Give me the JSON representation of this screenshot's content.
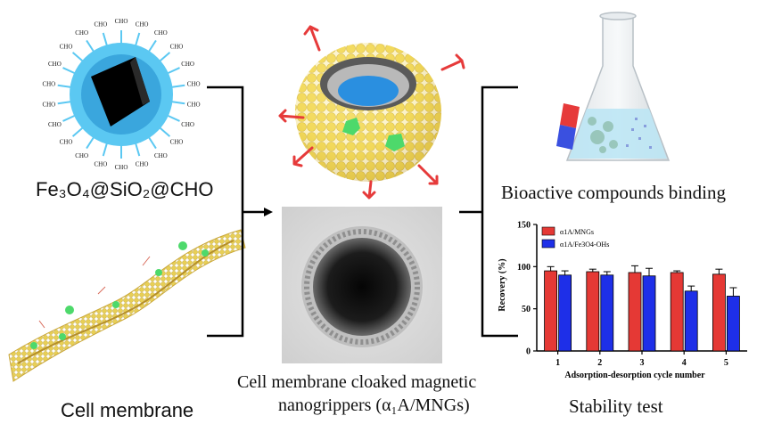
{
  "labels": {
    "particle": "Fe₃O₄@SiO₂@CHO",
    "cell_membrane": "Cell membrane",
    "mng_line1": "Cell membrane cloaked magnetic",
    "mng_line2": "nanogrippers (α₁A/MNGs)",
    "binding": "Bioactive compounds binding",
    "stability": "Stability test",
    "cho": "CHO"
  },
  "colors": {
    "silica_shell": "#5bc8f2",
    "core": "#000000",
    "beads": "#f2d95a",
    "receptor": "#e63a3a",
    "green_protein": "#4dd96b",
    "flask_liquid": "#bde6f4",
    "magnet_red": "#e63a3a",
    "magnet_blue": "#3a50e0",
    "series_mngs": "#e53935",
    "series_fe3o4": "#1e2fe8"
  },
  "chart_data": {
    "type": "bar",
    "categories": [
      "1",
      "2",
      "3",
      "4",
      "5"
    ],
    "series": [
      {
        "name": "α1A/MNGs",
        "values": [
          95,
          94,
          93,
          93,
          91
        ],
        "errors": [
          5,
          3,
          8,
          2,
          6
        ]
      },
      {
        "name": "α1A/Fe3O4-OHs",
        "values": [
          90,
          90,
          89,
          71,
          65
        ],
        "errors": [
          5,
          4,
          9,
          6,
          10
        ]
      }
    ],
    "xlabel": "Adsorption-desorption cycle number",
    "ylabel": "Recovery (%)",
    "ylim": [
      0,
      150
    ],
    "yticks": [
      "0",
      "50",
      "100",
      "150"
    ],
    "legend_position": "top-left",
    "grid": false
  }
}
